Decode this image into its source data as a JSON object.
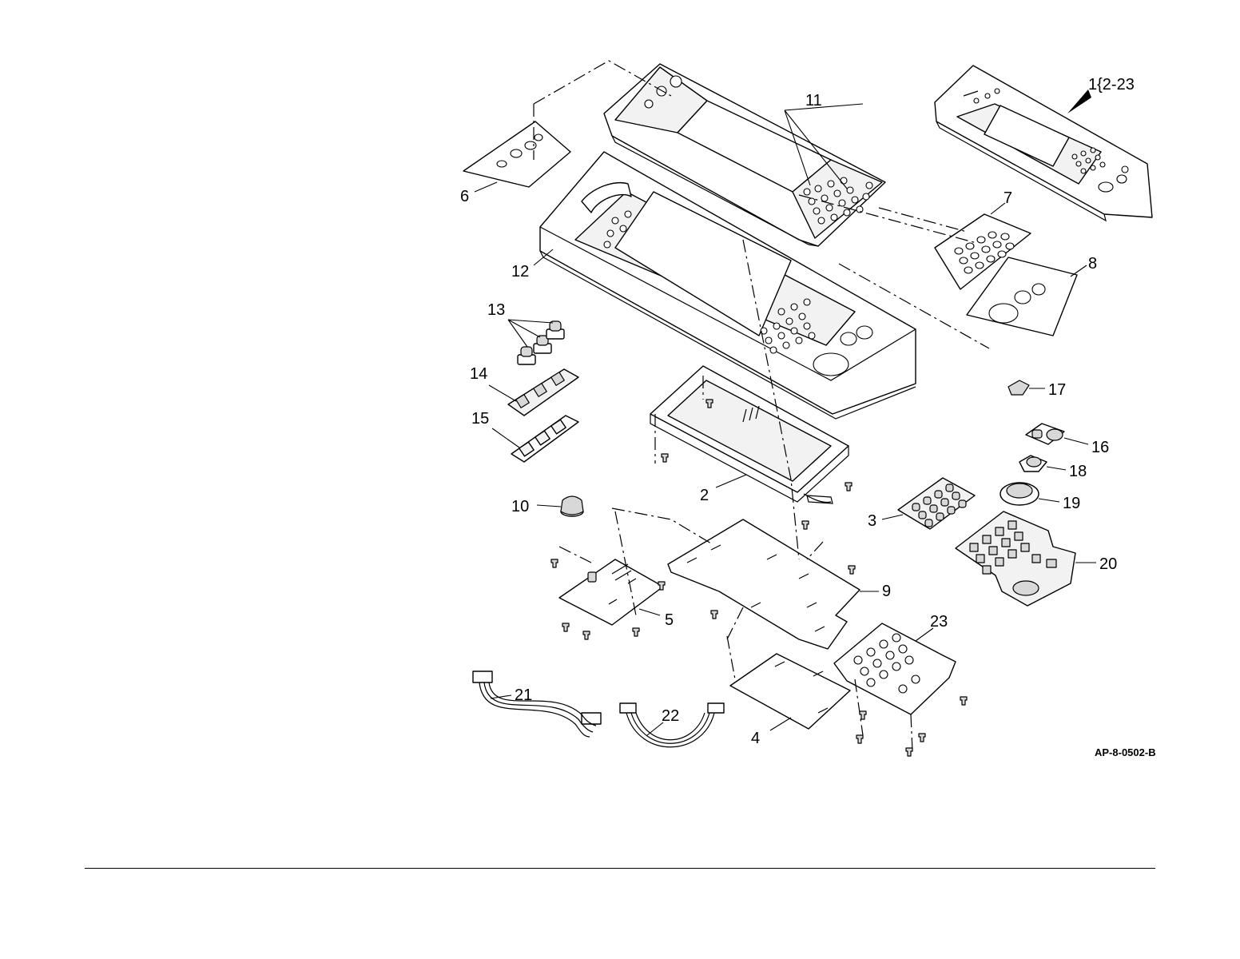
{
  "diagram": {
    "callouts": {
      "c1": "1{2-23",
      "c2": "2",
      "c3": "3",
      "c4": "4",
      "c5": "5",
      "c6": "6",
      "c7": "7",
      "c8": "8",
      "c9": "9",
      "c10": "10",
      "c11": "11",
      "c12": "12",
      "c13": "13",
      "c14": "14",
      "c15": "15",
      "c16": "16",
      "c17": "17",
      "c18": "18",
      "c19": "19",
      "c20": "20",
      "c21": "21",
      "c22": "22",
      "c23": "23"
    },
    "figure_code": "AP-8-0502-B"
  }
}
